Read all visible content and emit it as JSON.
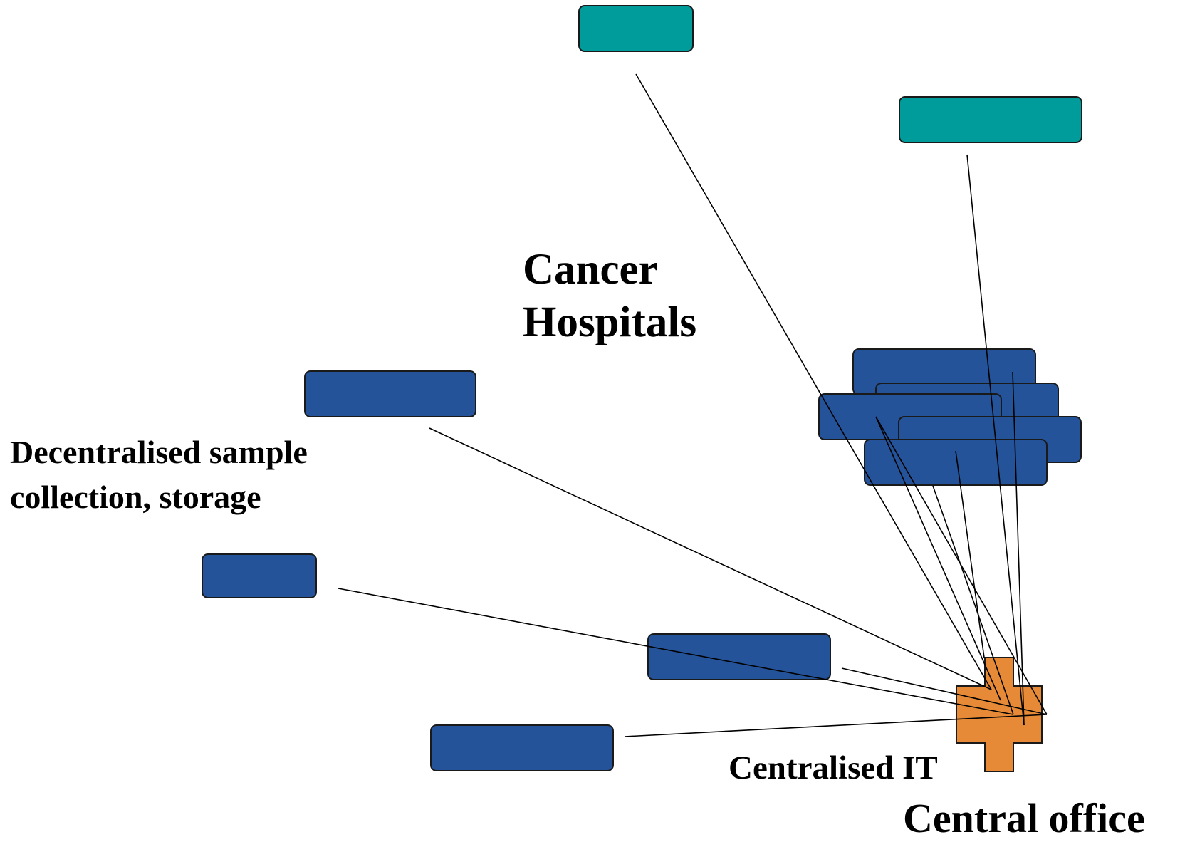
{
  "labels": {
    "cancer_hospitals": [
      "Cancer",
      "Hospitals"
    ],
    "decentralised": [
      "Decentralised sample",
      "collection, storage"
    ],
    "centralised_it": "Centralised IT",
    "central_office": "Central office"
  },
  "colors": {
    "teal_box": "#009B9B",
    "blue_box": "#24539A",
    "orange_cross": "#E68A37",
    "line": "#000000"
  }
}
